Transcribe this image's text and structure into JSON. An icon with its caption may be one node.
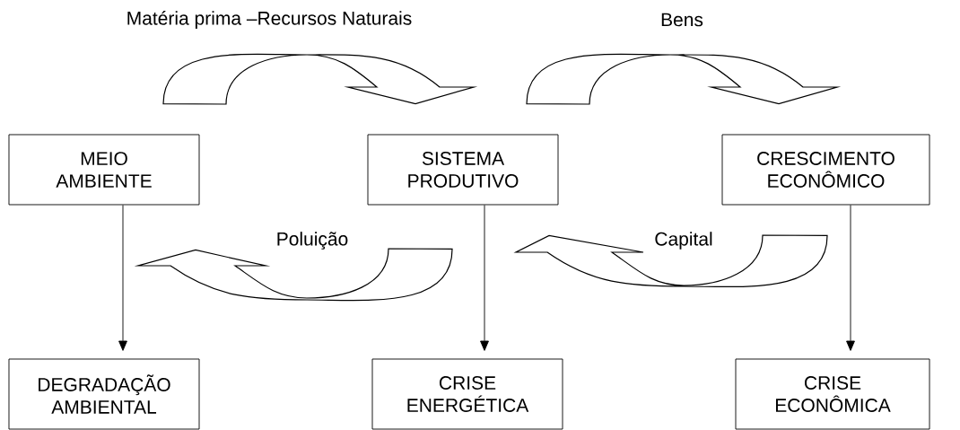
{
  "diagram": {
    "nodes": [
      {
        "text": [
          "MEIO AMBIENTE"
        ]
      },
      {
        "text": [
          "SISTEMA PRODUTIVO"
        ]
      },
      {
        "text": [
          "CRESCIMENTO ECONÔMICO"
        ]
      },
      {
        "text": [
          "DEGRADAÇÃO AMBIENTAL"
        ]
      },
      {
        "text": [
          "CRISE ENERGÉTICA"
        ]
      },
      {
        "text": [
          "CRISE ECONÔMICA"
        ]
      }
    ],
    "edges": [
      {
        "from": 0,
        "to": 1,
        "arrow": "to",
        "label": "Matéria prima –Recursos Naturais",
        "style": "thick"
      },
      {
        "from": 1,
        "to": 2,
        "arrow": "to",
        "label": "Bens",
        "style": "thick"
      },
      {
        "from": 1,
        "to": 0,
        "arrow": "to",
        "label": "Poluição",
        "style": "thick"
      },
      {
        "from": 2,
        "to": 1,
        "arrow": "to",
        "label": "Capital",
        "style": "thick"
      },
      {
        "from": 0,
        "to": 3,
        "arrow": "to"
      },
      {
        "from": 1,
        "to": 4,
        "arrow": "to"
      },
      {
        "from": 2,
        "to": 5,
        "arrow": "to"
      }
    ]
  }
}
